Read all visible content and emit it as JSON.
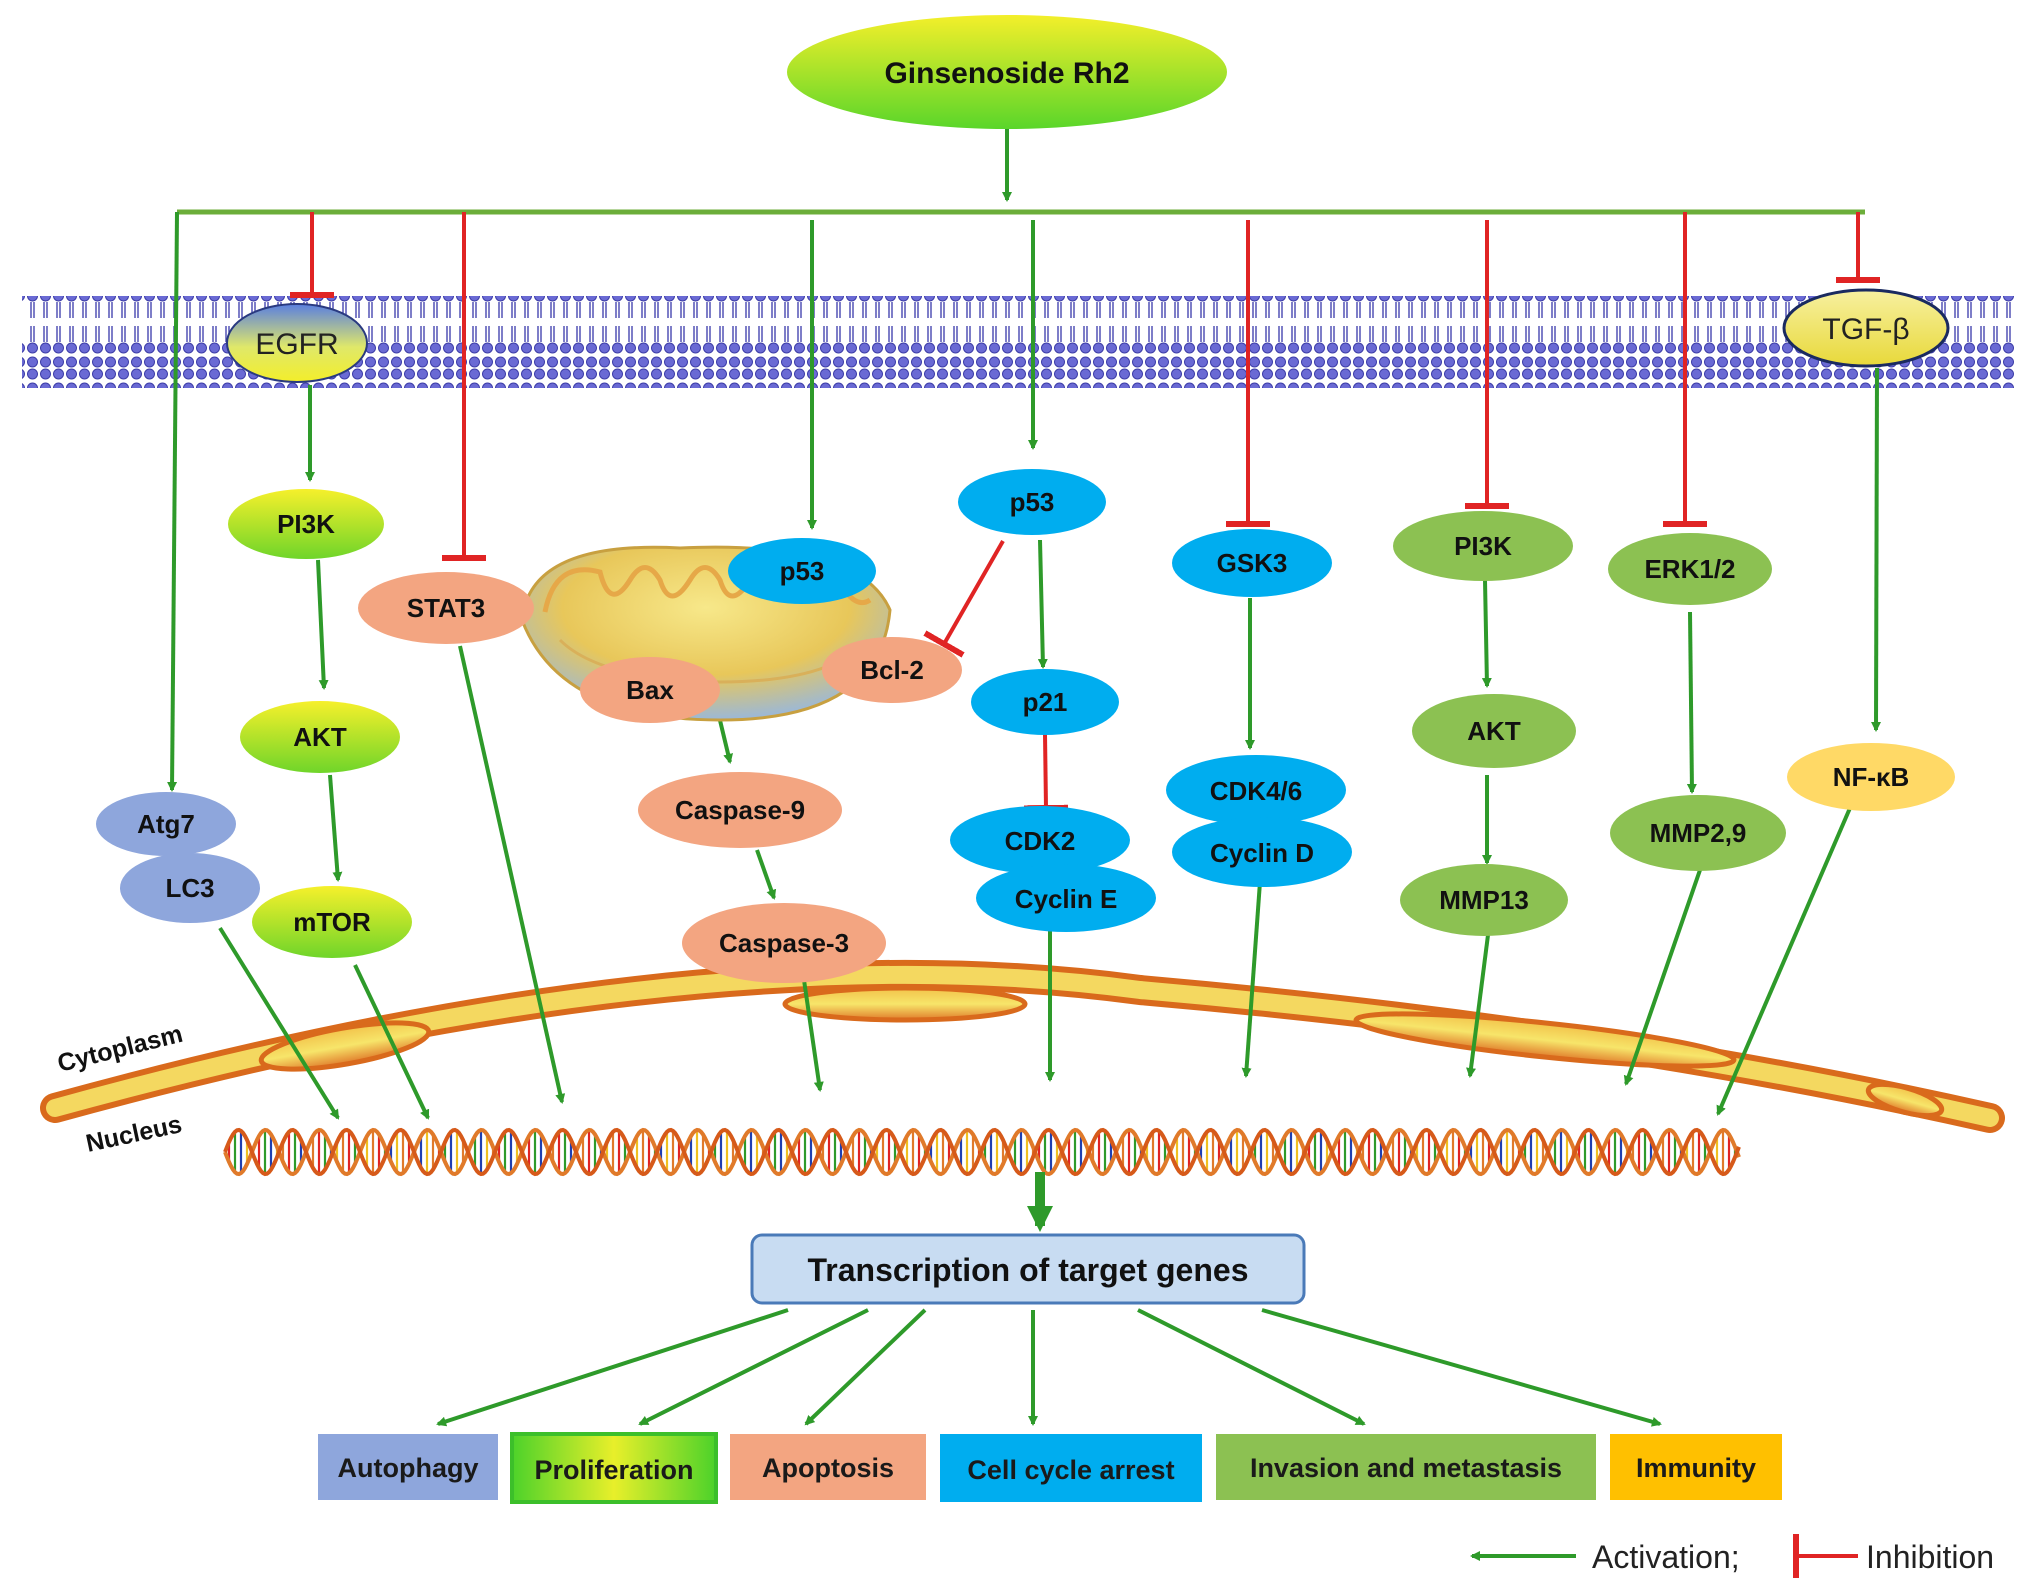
{
  "colors": {
    "activation": "#2e9a2a",
    "inhibition": "#e02424",
    "blue_protein": "#00adef",
    "green_protein": "#8cc152",
    "salmon_protein": "#f3a581",
    "periwinkle_protein": "#8ea6dc",
    "yellow_protein": "#ffd966",
    "membrane": "#5b5bc8",
    "nuclear_envelope": "#e0782a",
    "transcription_box": "#c8dcf2"
  },
  "drug": {
    "label": "Ginsenoside Rh2"
  },
  "receptors": {
    "egfr": "EGFR",
    "tgfb": "TGF-β"
  },
  "nodes": {
    "pi3k_left": "PI3K",
    "akt_left": "AKT",
    "mtor": "mTOR",
    "atg7": "Atg7",
    "lc3": "LC3",
    "stat3": "STAT3",
    "bax": "Bax",
    "bcl2": "Bcl-2",
    "p53_mito": "p53",
    "caspase9": "Caspase-9",
    "caspase3": "Caspase-3",
    "p53_center": "p53",
    "p21": "p21",
    "cdk2": "CDK2",
    "cyclin_e": "Cyclin E",
    "gsk3": "GSK3",
    "cdk46": "CDK4/6",
    "cyclin_d": "Cyclin D",
    "pi3k_right": "PI3K",
    "akt_right": "AKT",
    "mmp13": "MMP13",
    "erk12": "ERK1/2",
    "mmp29": "MMP2,9",
    "nfkb": "NF-κB"
  },
  "regions": {
    "cytoplasm": "Cytoplasm",
    "nucleus": "Nucleus"
  },
  "transcription": {
    "label": "Transcription of target genes"
  },
  "outcomes": [
    {
      "label": "Autophagy",
      "color": "#8ea6dc"
    },
    {
      "label": "Proliferation",
      "color": "#7ed321"
    },
    {
      "label": "Apoptosis",
      "color": "#f3a581"
    },
    {
      "label": "Cell cycle arrest",
      "color": "#00adef"
    },
    {
      "label": "Invasion and metastasis",
      "color": "#8cc152"
    },
    {
      "label": "Immunity",
      "color": "#ffc000"
    }
  ],
  "legend": {
    "activation": "Activation;",
    "inhibition": "Inhibition"
  }
}
